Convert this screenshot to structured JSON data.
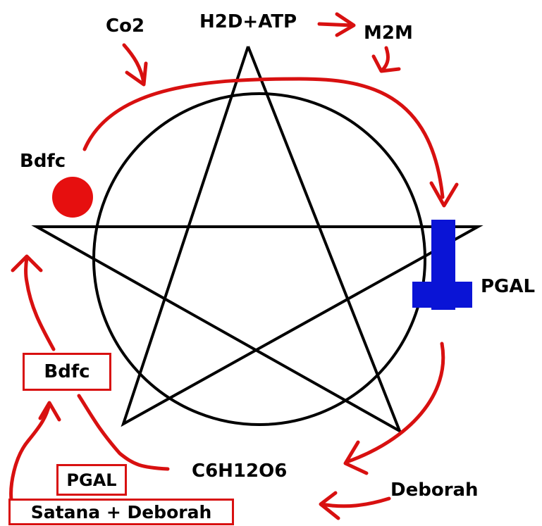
{
  "labels": {
    "co2": "Co2",
    "h2d_atp": "H2D+ATP",
    "m2m": "M2M",
    "bdfc_top": "Bdfc",
    "pgal_right": "PGAL",
    "c6h12o6": "C6H12O6",
    "deborah": "Deborah"
  },
  "boxes": {
    "bdfc": "Bdfc",
    "pgal": "PGAL",
    "satana_deborah": "Satana + Deborah"
  },
  "colors": {
    "arrow": "#d81010",
    "dot": "#e60f0f",
    "cross": "#0a14d6",
    "lines": "#000000"
  },
  "icons": {
    "circle": "circle-shape",
    "pentagram": "pentagram-shape",
    "dot": "red-dot-icon",
    "cross": "inverted-cross-icon"
  }
}
